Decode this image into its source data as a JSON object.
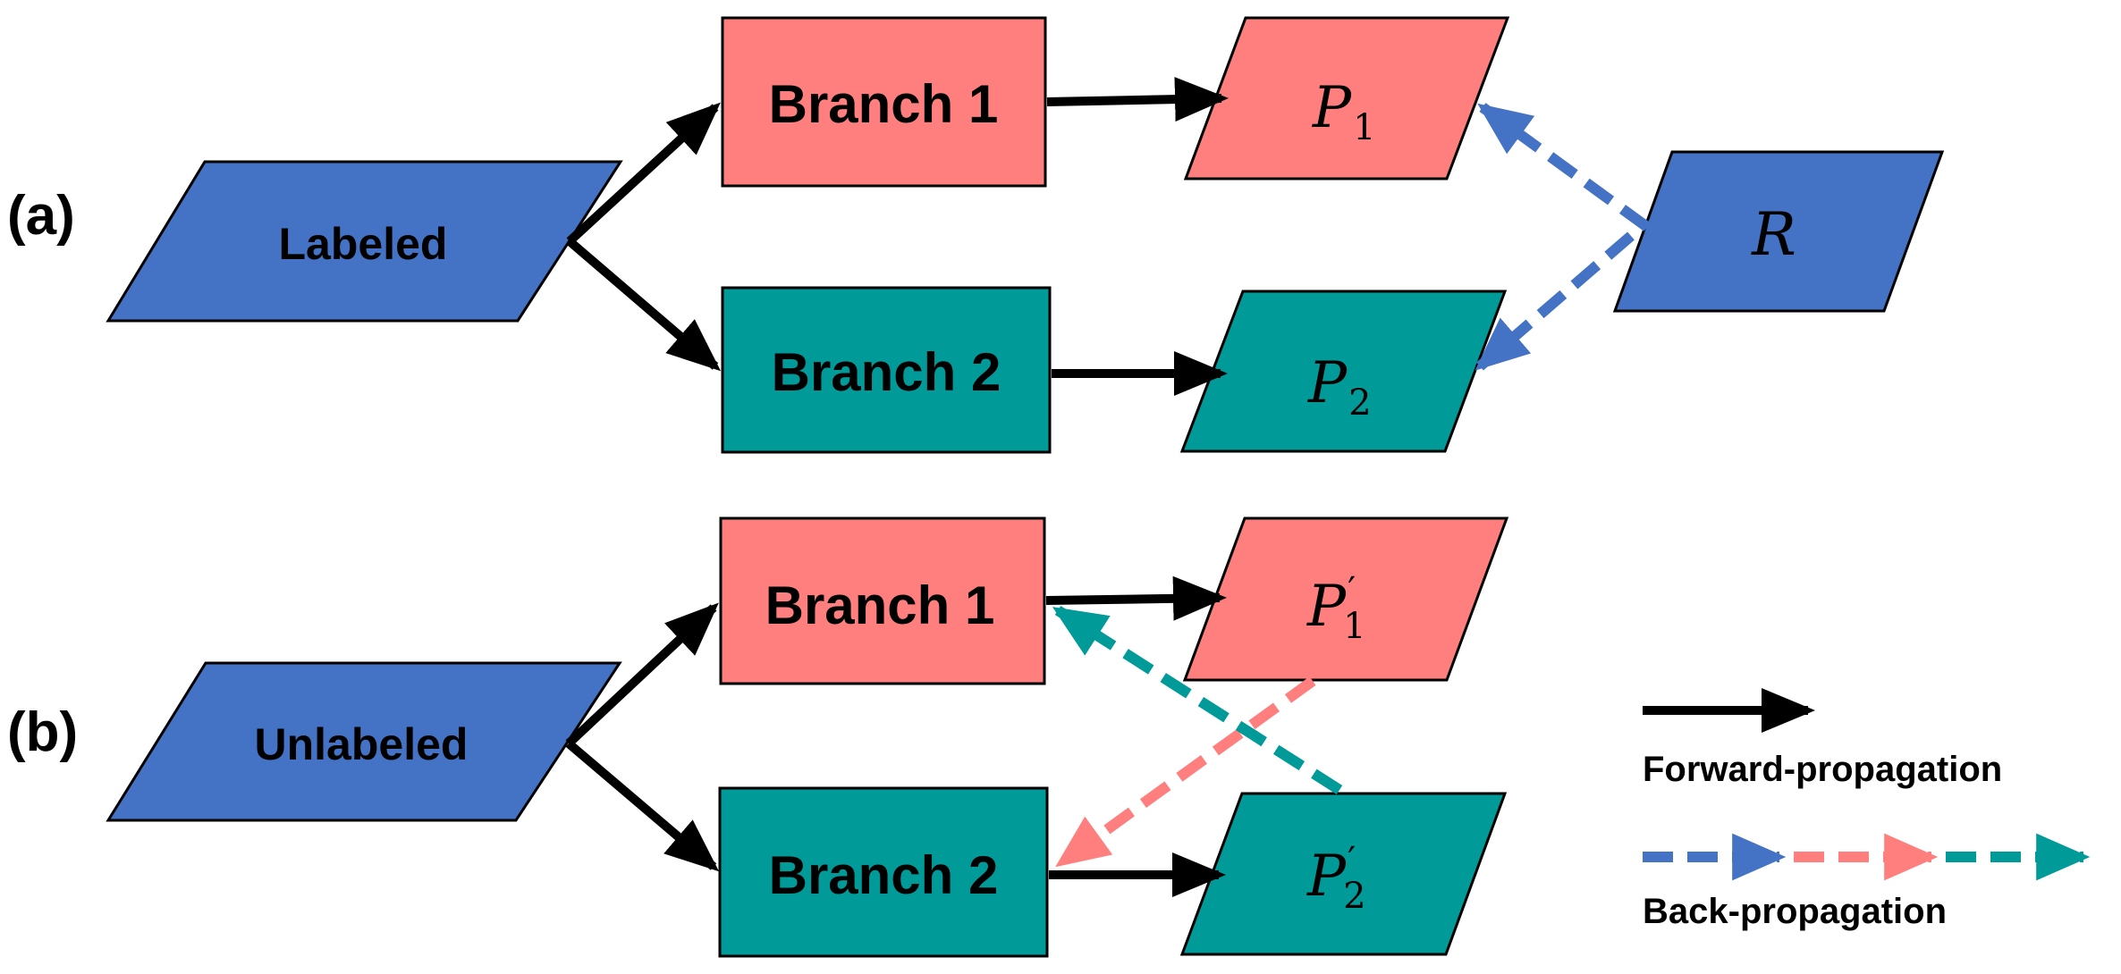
{
  "colors": {
    "blue": "#4472c4",
    "pink": "#ff7f7f",
    "teal": "#009a99",
    "black": "#000000"
  },
  "panel_a": {
    "label": "(a)",
    "input": "Labeled",
    "branch1": "Branch 1",
    "branch2": "Branch 2",
    "p1": {
      "base": "P",
      "sub": "1"
    },
    "p2": {
      "base": "P",
      "sub": "2"
    },
    "r": "R"
  },
  "panel_b": {
    "label": "(b)",
    "input": "Unlabeled",
    "branch1": "Branch 1",
    "branch2": "Branch 2",
    "p1": {
      "base": "P",
      "prime": "′",
      "sub": "1"
    },
    "p2": {
      "base": "P",
      "prime": "′",
      "sub": "2"
    }
  },
  "legend": {
    "forward": "Forward-propagation",
    "back": "Back-propagation"
  }
}
